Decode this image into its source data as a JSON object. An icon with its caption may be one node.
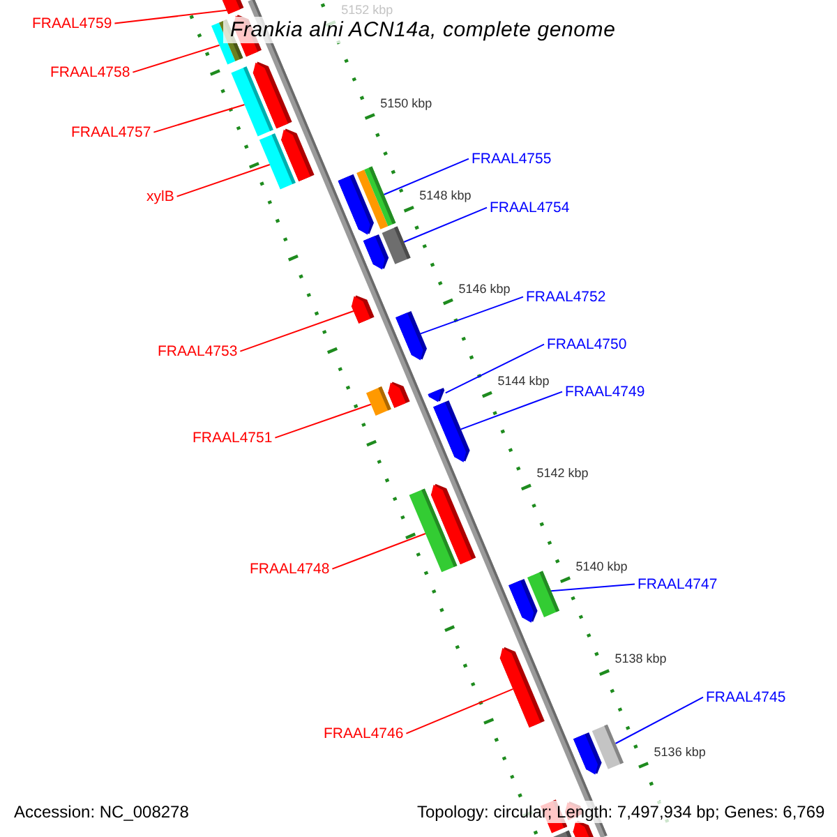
{
  "diagram": {
    "title": "Frankia alni ACN14a, complete genome",
    "nodes": [
      {
        "text": [
          "FRAAL4759"
        ]
      },
      {
        "text": [
          "FRAAL4758"
        ]
      },
      {
        "text": [
          "FRAAL4757"
        ]
      },
      {
        "text": [
          "FRAAL4755"
        ]
      },
      {
        "text": [
          "xylB"
        ]
      },
      {
        "text": [
          "FRAAL4754"
        ]
      },
      {
        "text": [
          "FRAAL4752"
        ]
      },
      {
        "text": [
          "FRAAL4750"
        ]
      },
      {
        "text": [
          "FRAAL4753"
        ]
      },
      {
        "text": [
          "FRAAL4749"
        ]
      },
      {
        "text": [
          "FRAAL4751"
        ]
      },
      {
        "text": [
          "FRAAL4747"
        ]
      },
      {
        "text": [
          "FRAAL4748"
        ]
      },
      {
        "text": [
          "FRAAL4745"
        ]
      },
      {
        "text": [
          "FRAAL4746"
        ]
      },
      {
        "text": [],
        "shape": "bar"
      },
      {
        "text": [],
        "shape": "bar"
      },
      {
        "text": [],
        "shape": "bar"
      },
      {
        "text": [],
        "shape": "bar"
      },
      {
        "text": [],
        "shape": "bar"
      },
      {
        "text": [],
        "shape": "bar"
      },
      {
        "text": [],
        "shape": "bar"
      },
      {
        "text": [],
        "shape": "bar"
      },
      {
        "text": [],
        "shape": "bar"
      },
      {
        "text": [],
        "shape": "bar"
      },
      {
        "text": [],
        "shape": "bar"
      },
      {
        "text": [],
        "shape": "bar"
      },
      {
        "text": [],
        "shape": "bar"
      },
      {
        "text": [],
        "shape": "bar"
      },
      {
        "text": [],
        "shape": "bar"
      },
      {
        "text": [],
        "shape": "bar"
      },
      {
        "text": [],
        "shape": "bar"
      }
    ],
    "edges": [
      {
        "from": 0,
        "to": 15,
        "arrow": "none"
      },
      {
        "from": 1,
        "to": 16,
        "arrow": "none"
      },
      {
        "from": 2,
        "to": 17,
        "arrow": "none"
      },
      {
        "from": 3,
        "to": 18,
        "arrow": "none",
        "color": "#0000ff"
      },
      {
        "from": 4,
        "to": 19,
        "arrow": "none"
      },
      {
        "from": 5,
        "to": 20,
        "arrow": "none",
        "color": "#0000ff"
      },
      {
        "from": 6,
        "to": 21,
        "arrow": "none",
        "color": "#0000ff"
      },
      {
        "from": 7,
        "to": 22,
        "arrow": "none",
        "color": "#0000ff"
      },
      {
        "from": 8,
        "to": 23,
        "arrow": "none"
      },
      {
        "from": 9,
        "to": 24,
        "arrow": "none",
        "color": "#0000ff"
      },
      {
        "from": 10,
        "to": 25,
        "arrow": "none"
      },
      {
        "from": 11,
        "to": 26,
        "arrow": "none",
        "color": "#0000ff"
      },
      {
        "from": 12,
        "to": 27,
        "arrow": "none"
      },
      {
        "from": 13,
        "to": 28,
        "arrow": "none",
        "color": "#0000ff"
      },
      {
        "from": 14,
        "to": 29,
        "arrow": "none"
      }
    ],
    "labels": [
      "5152 kbp",
      "5150 kbp",
      "5148 kbp",
      "5146 kbp",
      "5144 kbp",
      "5142 kbp",
      "5140 kbp",
      "5138 kbp",
      "5136 kbp",
      "Accession: NC_008278",
      "Topology: circular; Length: 7,497,934 bp; Genes: 6,769"
    ]
  }
}
